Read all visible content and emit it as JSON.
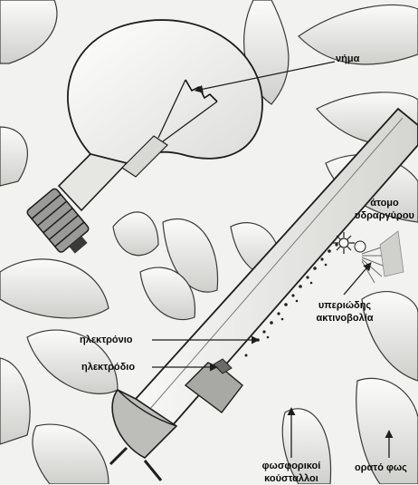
{
  "labels": {
    "filament": "νήμα",
    "mercury_atom_line1": "άτομο",
    "mercury_atom_line2": "υδραργύρου",
    "ultraviolet_line1": "υπεριώδης",
    "ultraviolet_line2": "ακτινοβολία",
    "electron": "ηλεκτρόνιο",
    "electrode": "ηλεκτρόδιο",
    "phosphor_line1": "φωσφορικοί",
    "phosphor_line2": "κούσταλλοι",
    "visible_light": "ορατό φως"
  },
  "colors": {
    "paper": "#f2f2f0",
    "ink": "#1e1e1e",
    "petal_shade": "#c9c9c7",
    "tube_shade": "#dededb"
  },
  "icons": {
    "bulb": "incandescent-bulb-icon",
    "tube": "fluorescent-tube-icon"
  }
}
